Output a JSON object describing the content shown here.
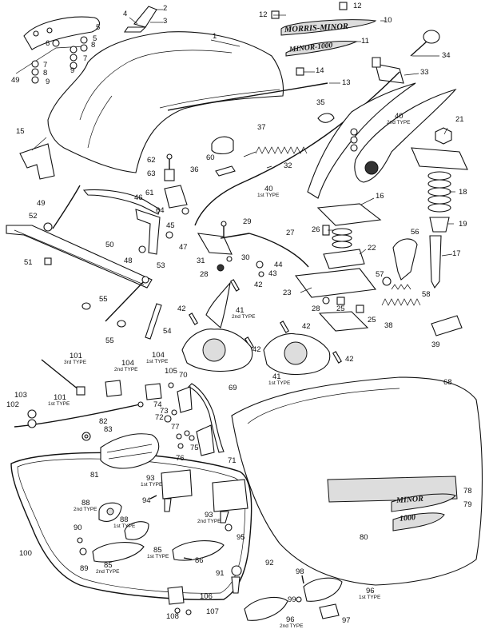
{
  "callouts": [
    {
      "id": "c1",
      "text": "1"
    },
    {
      "id": "c2",
      "text": "2"
    },
    {
      "id": "c3",
      "text": "3"
    },
    {
      "id": "c4",
      "text": "4"
    },
    {
      "id": "c5a",
      "text": "5"
    },
    {
      "id": "c5b",
      "text": "5"
    },
    {
      "id": "c6",
      "text": "6"
    },
    {
      "id": "c7a",
      "text": "7"
    },
    {
      "id": "c7b",
      "text": "7"
    },
    {
      "id": "c8a",
      "text": "8"
    },
    {
      "id": "c8b",
      "text": "8"
    },
    {
      "id": "c9a",
      "text": "9"
    },
    {
      "id": "c9b",
      "text": "9"
    },
    {
      "id": "c10",
      "text": "10"
    },
    {
      "id": "c11",
      "text": "11"
    },
    {
      "id": "c12a",
      "text": "12"
    },
    {
      "id": "c12b",
      "text": "12"
    },
    {
      "id": "c13",
      "text": "13"
    },
    {
      "id": "c14",
      "text": "14"
    },
    {
      "id": "c15",
      "text": "15"
    },
    {
      "id": "c16",
      "text": "16"
    },
    {
      "id": "c17",
      "text": "17"
    },
    {
      "id": "c18",
      "text": "18"
    },
    {
      "id": "c19",
      "text": "19"
    },
    {
      "id": "c21",
      "text": "21"
    },
    {
      "id": "c22",
      "text": "22"
    },
    {
      "id": "c23",
      "text": "23"
    },
    {
      "id": "c25a",
      "text": "25"
    },
    {
      "id": "c25b",
      "text": "25"
    },
    {
      "id": "c26",
      "text": "26"
    },
    {
      "id": "c27",
      "text": "27"
    },
    {
      "id": "c28a",
      "text": "28"
    },
    {
      "id": "c28b",
      "text": "28"
    },
    {
      "id": "c29",
      "text": "29"
    },
    {
      "id": "c30",
      "text": "30"
    },
    {
      "id": "c31",
      "text": "31"
    },
    {
      "id": "c32",
      "text": "32"
    },
    {
      "id": "c33",
      "text": "33"
    },
    {
      "id": "c34",
      "text": "34"
    },
    {
      "id": "c35",
      "text": "35"
    },
    {
      "id": "c36",
      "text": "36"
    },
    {
      "id": "c37",
      "text": "37"
    },
    {
      "id": "c38",
      "text": "38"
    },
    {
      "id": "c39",
      "text": "39"
    },
    {
      "id": "c40a",
      "text": "40"
    },
    {
      "id": "c40b",
      "text": "40"
    },
    {
      "id": "c41a",
      "text": "41"
    },
    {
      "id": "c41b",
      "text": "41"
    },
    {
      "id": "c42a",
      "text": "42"
    },
    {
      "id": "c42b",
      "text": "42"
    },
    {
      "id": "c42c",
      "text": "42"
    },
    {
      "id": "c42d",
      "text": "42"
    },
    {
      "id": "c42e",
      "text": "42"
    },
    {
      "id": "c43",
      "text": "43"
    },
    {
      "id": "c44",
      "text": "44"
    },
    {
      "id": "c45",
      "text": "45"
    },
    {
      "id": "c46",
      "text": "46"
    },
    {
      "id": "c47",
      "text": "47"
    },
    {
      "id": "c48",
      "text": "48"
    },
    {
      "id": "c49a",
      "text": "49"
    },
    {
      "id": "c49b",
      "text": "49"
    },
    {
      "id": "c50",
      "text": "50"
    },
    {
      "id": "c51",
      "text": "51"
    },
    {
      "id": "c52",
      "text": "52"
    },
    {
      "id": "c53",
      "text": "53"
    },
    {
      "id": "c54",
      "text": "54"
    },
    {
      "id": "c55a",
      "text": "55"
    },
    {
      "id": "c55b",
      "text": "55"
    },
    {
      "id": "c56",
      "text": "56"
    },
    {
      "id": "c57",
      "text": "57"
    },
    {
      "id": "c58",
      "text": "58"
    },
    {
      "id": "c60",
      "text": "60"
    },
    {
      "id": "c61",
      "text": "61"
    },
    {
      "id": "c62",
      "text": "62"
    },
    {
      "id": "c63",
      "text": "63"
    },
    {
      "id": "c64",
      "text": "64"
    },
    {
      "id": "c68",
      "text": "68"
    },
    {
      "id": "c69",
      "text": "69"
    },
    {
      "id": "c70",
      "text": "70"
    },
    {
      "id": "c71",
      "text": "71"
    },
    {
      "id": "c72",
      "text": "72"
    },
    {
      "id": "c73",
      "text": "73"
    },
    {
      "id": "c74",
      "text": "74"
    },
    {
      "id": "c75",
      "text": "75"
    },
    {
      "id": "c76",
      "text": "76"
    },
    {
      "id": "c77",
      "text": "77"
    },
    {
      "id": "c78",
      "text": "78"
    },
    {
      "id": "c79",
      "text": "79"
    },
    {
      "id": "c80",
      "text": "80"
    },
    {
      "id": "c81",
      "text": "81"
    },
    {
      "id": "c82",
      "text": "82"
    },
    {
      "id": "c83",
      "text": "83"
    },
    {
      "id": "c85a",
      "text": "85"
    },
    {
      "id": "c85b",
      "text": "85"
    },
    {
      "id": "c86",
      "text": "86"
    },
    {
      "id": "c88a",
      "text": "88"
    },
    {
      "id": "c88b",
      "text": "88"
    },
    {
      "id": "c89",
      "text": "89"
    },
    {
      "id": "c90",
      "text": "90"
    },
    {
      "id": "c91",
      "text": "91"
    },
    {
      "id": "c92",
      "text": "92"
    },
    {
      "id": "c93a",
      "text": "93"
    },
    {
      "id": "c93b",
      "text": "93"
    },
    {
      "id": "c94",
      "text": "94"
    },
    {
      "id": "c95",
      "text": "95"
    },
    {
      "id": "c96a",
      "text": "96"
    },
    {
      "id": "c96b",
      "text": "96"
    },
    {
      "id": "c97",
      "text": "97"
    },
    {
      "id": "c98",
      "text": "98"
    },
    {
      "id": "c99",
      "text": "99"
    },
    {
      "id": "c100",
      "text": "100"
    },
    {
      "id": "c101a",
      "text": "101"
    },
    {
      "id": "c101b",
      "text": "101"
    },
    {
      "id": "c102",
      "text": "102"
    },
    {
      "id": "c103",
      "text": "103"
    },
    {
      "id": "c104a",
      "text": "104"
    },
    {
      "id": "c104b",
      "text": "104"
    },
    {
      "id": "c105",
      "text": "105"
    },
    {
      "id": "c106",
      "text": "106"
    },
    {
      "id": "c107",
      "text": "107"
    },
    {
      "id": "c108",
      "text": "108"
    }
  ],
  "type_notes": [
    {
      "id": "n40a",
      "text": "2nd TYPE"
    },
    {
      "id": "n40b",
      "text": "1st TYPE"
    },
    {
      "id": "n41a",
      "text": "2nd TYPE"
    },
    {
      "id": "n41b",
      "text": "1st TYPE"
    },
    {
      "id": "n101a",
      "text": "3rd TYPE"
    },
    {
      "id": "n101b",
      "text": "1st TYPE"
    },
    {
      "id": "n104a",
      "text": "2nd TYPE"
    },
    {
      "id": "n104b",
      "text": "1st TYPE"
    },
    {
      "id": "n88a",
      "text": "2nd TYPE"
    },
    {
      "id": "n88b",
      "text": "1st TYPE"
    },
    {
      "id": "n93a",
      "text": "1st TYPE"
    },
    {
      "id": "n93b",
      "text": "2nd TYPE"
    },
    {
      "id": "n85a",
      "text": "2nd TYPE"
    },
    {
      "id": "n85b",
      "text": "1st TYPE"
    },
    {
      "id": "n96a",
      "text": "1st TYPE"
    },
    {
      "id": "n96b",
      "text": "2nd TYPE"
    }
  ],
  "badges": {
    "morris_minor": "MORRIS-MINOR",
    "minor_1000": "MINOR-1000",
    "boot_minor": "MINOR",
    "boot_1000": "1000"
  }
}
